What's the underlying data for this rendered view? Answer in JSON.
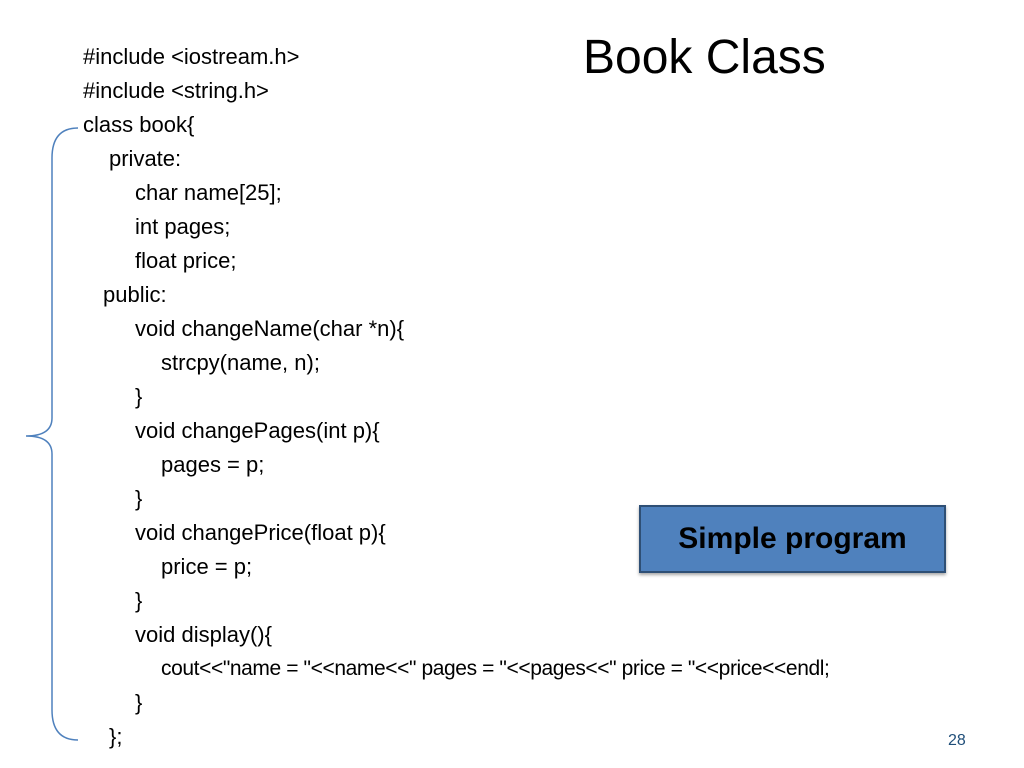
{
  "slide": {
    "title": "Book Class",
    "page_number": "28",
    "callout_label": "Simple program",
    "accent_color": "#4f81bd",
    "brace_color": "#4f81bd"
  },
  "code": {
    "lines": [
      "#include <iostream.h>",
      "#include <string.h>",
      "class book{",
      "private:",
      "char name[25];",
      "int pages;",
      "float price;",
      "public:",
      "void changeName(char *n){",
      "strcpy(name, n);",
      "}",
      "void changePages(int p){",
      "pages = p;",
      "}",
      "void changePrice(float p){",
      "price = p;",
      "}",
      "void display(){",
      "cout<<\"name = \"<<name<<\" pages = \"<<pages<<\" price = \"<<price<<endl;",
      "}",
      "};"
    ]
  }
}
